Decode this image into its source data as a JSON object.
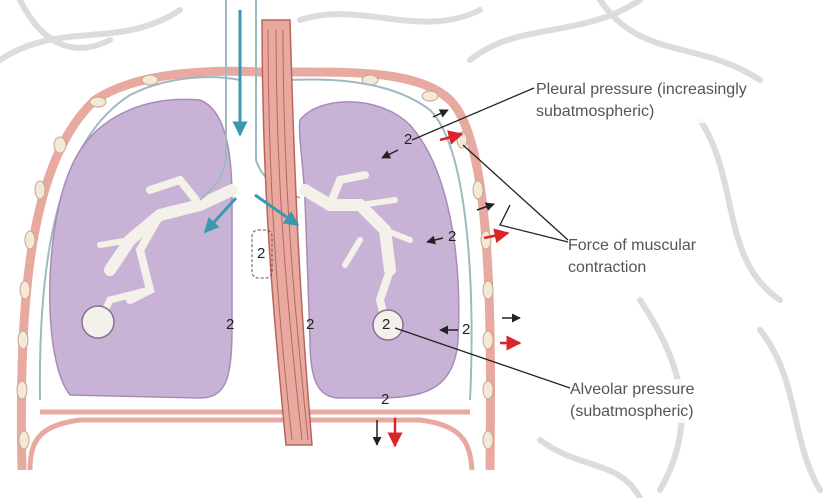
{
  "labels": {
    "pleural_line1": "Pleural pressure (increasingly",
    "pleural_line2": "subatmospheric)",
    "force_line1": "Force of muscular",
    "force_line2": "contraction",
    "alveolar_line1": "Alveolar pressure",
    "alveolar_line2": "(subatmospheric)"
  },
  "pressure_values": [
    "2",
    "2",
    "2",
    "2",
    "2",
    "2",
    "2",
    "2"
  ],
  "colors": {
    "lung_fill": "#c8b3d6",
    "chest_wall": "#e8a9a0",
    "pleura_line": "#9fb9c2",
    "air_arrow": "#3a98b0",
    "force_arrow": "#d8262b",
    "pressure_arrow": "#222222",
    "background_sketch": "#d9d9d9"
  }
}
